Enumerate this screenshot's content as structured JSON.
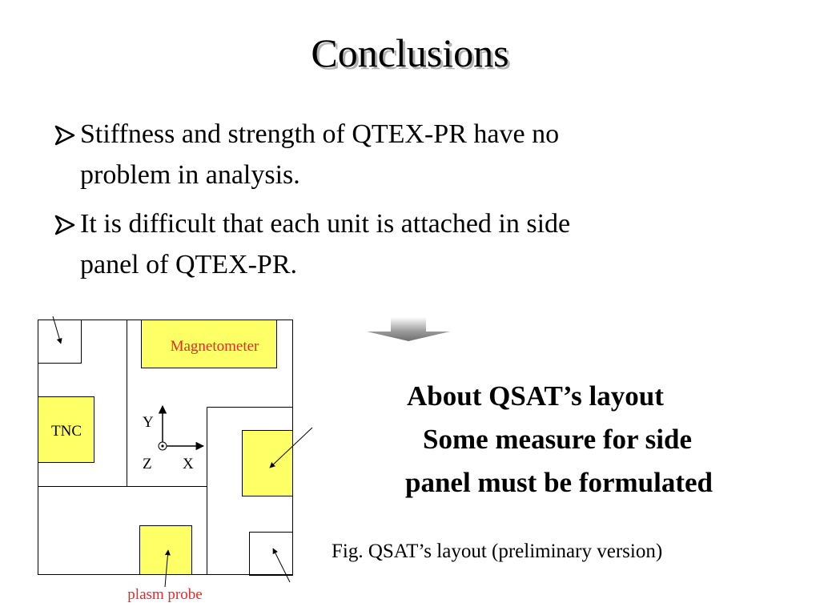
{
  "slide": {
    "title": "Conclusions",
    "bullets": [
      {
        "line1": "Stiffness and strength of QTEX-PR have no",
        "line2": "problem in analysis."
      },
      {
        "line1": "It is difficult that each unit is attached in side",
        "line2": "panel of QTEX-PR."
      }
    ],
    "note": {
      "line1": "About QSAT’s layout",
      "line2": "Some measure for side",
      "line3": "panel must be formulated"
    },
    "caption": "Fig. QSAT’s layout (preliminary version)"
  },
  "figure": {
    "labels": {
      "magnetometer": "Magnetometer",
      "tnc": "TNC",
      "axis_y": "Y",
      "axis_z": "Z",
      "axis_x": "X",
      "plasma_probe": "plasm probe"
    },
    "colors": {
      "component_fill": "#ffff66",
      "red_label": "#e8282a"
    }
  }
}
